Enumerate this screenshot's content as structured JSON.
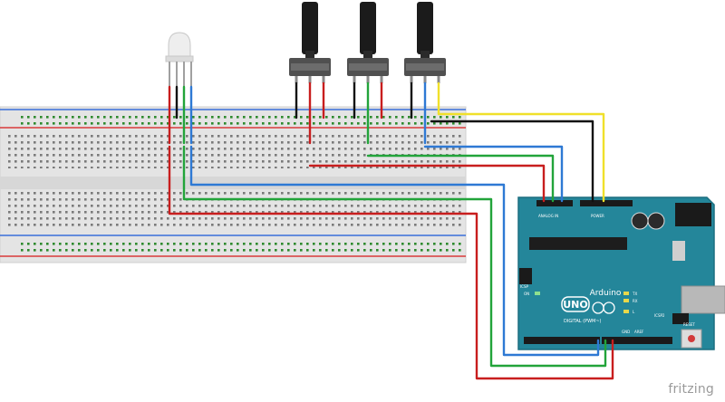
{
  "watermark": "fritzing",
  "colors": {
    "board": "#24869a",
    "board_dark": "#1c6f80",
    "breadboard": "#e6e6e6",
    "rail_red": "#d93a3a",
    "rail_blue": "#3a6fd9",
    "wire_red": "#c81e1e",
    "wire_green": "#22a43a",
    "wire_blue": "#2e79d4",
    "wire_yellow": "#f0e02a",
    "wire_black": "#111111"
  },
  "board": {
    "logo": "UNO",
    "brand": "Arduino",
    "header_digital": "DIGITAL (PWM~)",
    "header_analog": "ANALOG IN",
    "header_power": "POWER",
    "icsp": "ICSP",
    "icsp2": "ICSP2",
    "on": "ON",
    "l": "L",
    "tx": "TX",
    "rx": "RX",
    "reset": "RESET",
    "aref": "AREF",
    "gnd": "GND"
  }
}
